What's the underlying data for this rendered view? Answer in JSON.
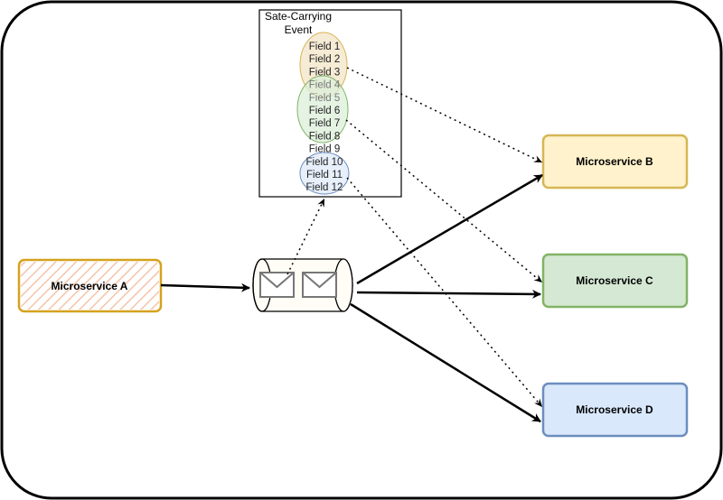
{
  "event": {
    "title_line1": "Sate-Carrying",
    "title_line2": "Event",
    "fields": [
      "Field 1",
      "Field 2",
      "Field 3",
      "Field 4",
      "Field 5",
      "Field 6",
      "Field 7",
      "Field 8",
      "Field 9",
      "Field 10",
      "Field 11",
      "Field 12"
    ]
  },
  "nodes": {
    "a": "Microservice A",
    "b": "Microservice B",
    "c": "Microservice C",
    "d": "Microservice D"
  },
  "colors": {
    "a_stroke": "#d6a21e",
    "a_hatch": "#f4c4a8",
    "b_fill": "#fff2cc",
    "b_stroke": "#d6b656",
    "c_fill": "#d5e8d4",
    "c_stroke": "#82b366",
    "d_fill": "#dae8fc",
    "d_stroke": "#6c8ebf",
    "group_b_fill": "#f3e4c6",
    "group_c_fill": "#dcefd9",
    "group_d_fill": "#dfe9fa"
  },
  "icons": {
    "queue": "message-queue-icon",
    "envelope": "envelope-icon"
  }
}
